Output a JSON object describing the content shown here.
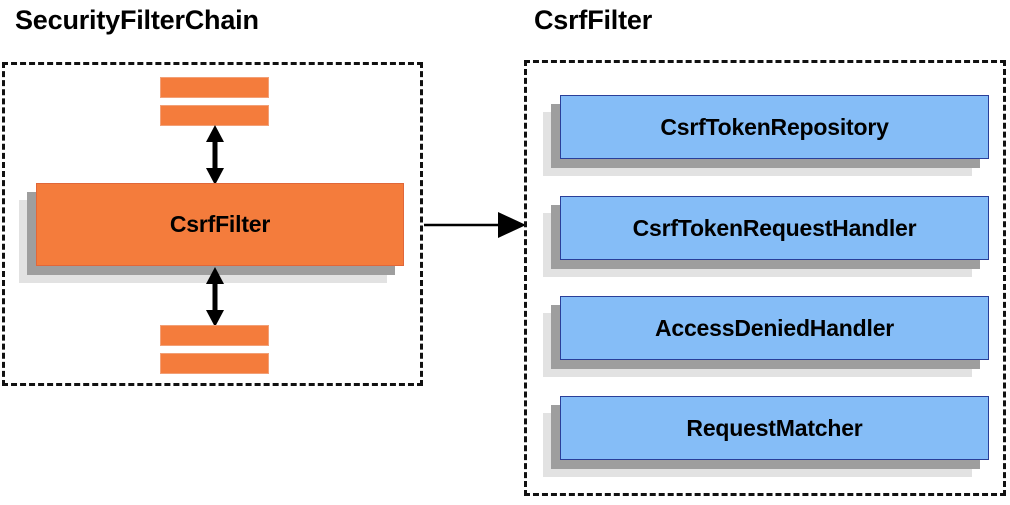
{
  "panels": {
    "left": {
      "title": "SecurityFilterChain",
      "filter_node": {
        "label": "CsrfFilter"
      },
      "bars": [
        {
          "name": "filter-bar-top-1"
        },
        {
          "name": "filter-bar-top-2"
        },
        {
          "name": "filter-bar-bottom-1"
        },
        {
          "name": "filter-bar-bottom-2"
        }
      ],
      "arrows": [
        {
          "name": "double-arrow-above-csrffilter",
          "direction": "vertical-both"
        },
        {
          "name": "double-arrow-below-csrffilter",
          "direction": "vertical-both"
        }
      ]
    },
    "right": {
      "title": "CsrfFilter",
      "collaborators": [
        {
          "label": "CsrfTokenRepository"
        },
        {
          "label": "CsrfTokenRequestHandler"
        },
        {
          "label": "AccessDeniedHandler"
        },
        {
          "label": "RequestMatcher"
        }
      ]
    }
  },
  "connector": {
    "name": "expand-arrow",
    "direction": "right"
  },
  "colors": {
    "orange_fill": "#f47c3c",
    "orange_border": "#f2a077",
    "blue_fill": "#85bdf7",
    "blue_border": "#2a3f99",
    "shadow_near": "#9e9e9e",
    "shadow_far": "#e2e2e2",
    "dashed_border": "#111111",
    "text": "#000000"
  }
}
